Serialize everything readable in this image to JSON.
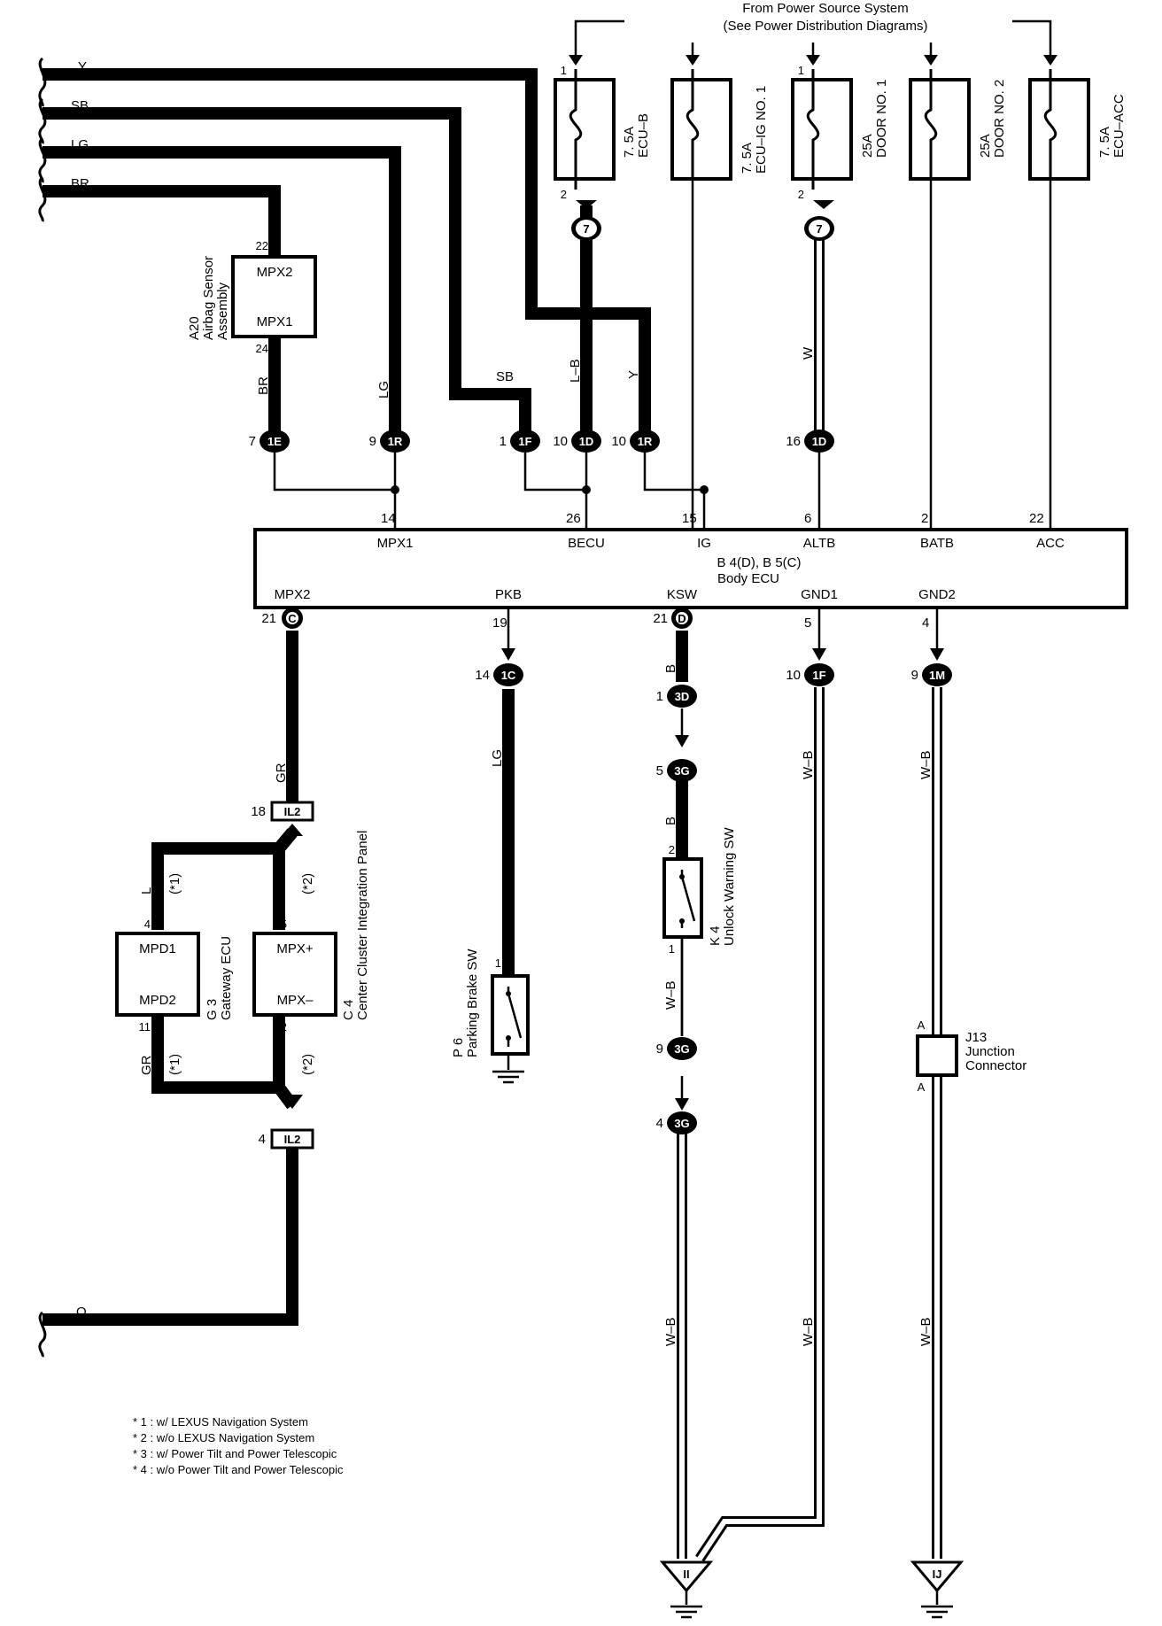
{
  "header": {
    "source_line1": "From Power Source System",
    "source_line2": "(See Power Distribution Diagrams)"
  },
  "wire_colors": {
    "Y": "Y",
    "SB": "SB",
    "LG": "LG",
    "BR": "BR",
    "O": "O",
    "LB": "L–B",
    "W": "W",
    "GR": "GR",
    "L": "L",
    "B": "B",
    "WB": "W–B"
  },
  "fuses": [
    {
      "id": "ecu-b",
      "rating": "7. 5A",
      "name": "ECU–B",
      "pin_top": "1",
      "pin_bottom": "2",
      "jb": "7"
    },
    {
      "id": "ecu-ig",
      "rating": "7. 5A",
      "name": "ECU–IG NO. 1",
      "pin_top": "",
      "pin_bottom": "",
      "jb": ""
    },
    {
      "id": "door1",
      "rating": "25A",
      "name": "DOOR NO. 1",
      "pin_top": "1",
      "pin_bottom": "2",
      "jb": "7"
    },
    {
      "id": "door2",
      "rating": "25A",
      "name": "DOOR NO. 2",
      "pin_top": "",
      "pin_bottom": "",
      "jb": ""
    },
    {
      "id": "ecu-acc",
      "rating": "7. 5A",
      "name": "ECU–ACC",
      "pin_top": "",
      "pin_bottom": "",
      "jb": ""
    }
  ],
  "airbag": {
    "code": "A20",
    "name_line1": "Airbag Sensor",
    "name_line2": "Assembly",
    "pin_top": "MPX2",
    "pin_bottom": "MPX1",
    "num_top": "22",
    "num_bottom": "24"
  },
  "top_connectors": [
    {
      "pin": "7",
      "id": "1E"
    },
    {
      "pin": "9",
      "id": "1R"
    },
    {
      "pin": "1",
      "id": "1F"
    },
    {
      "pin": "10",
      "id": "1D"
    },
    {
      "pin": "10",
      "id": "1R"
    },
    {
      "pin": "16",
      "id": "1D"
    }
  ],
  "body_ecu": {
    "code": "B 4(D), B 5(C)",
    "name": "Body ECU",
    "top_terms": [
      {
        "num": "14",
        "name": "MPX1"
      },
      {
        "num": "26",
        "name": "BECU"
      },
      {
        "num": "15",
        "name": "IG"
      },
      {
        "num": "6",
        "name": "ALTB"
      },
      {
        "num": "2",
        "name": "BATB"
      },
      {
        "num": "22",
        "name": "ACC"
      }
    ],
    "bottom_terms": [
      {
        "num": "21",
        "name": "MPX2",
        "conn": "C"
      },
      {
        "num": "19",
        "name": "PKB",
        "conn": ""
      },
      {
        "num": "21",
        "name": "KSW",
        "conn": "D"
      },
      {
        "num": "5",
        "name": "GND1",
        "conn": ""
      },
      {
        "num": "4",
        "name": "GND2",
        "conn": ""
      }
    ]
  },
  "lower_connectors": [
    {
      "pin": "14",
      "id": "1C"
    },
    {
      "pin": "1",
      "id": "3D"
    },
    {
      "pin": "5",
      "id": "3G"
    },
    {
      "pin": "10",
      "id": "1F"
    },
    {
      "pin": "9",
      "id": "1M"
    },
    {
      "pin": "9",
      "id": "3G"
    },
    {
      "pin": "4",
      "id": "3G"
    }
  ],
  "il2": {
    "id": "IL2",
    "pin_top": "18",
    "pin_bottom": "4"
  },
  "gateway": {
    "code": "G 3",
    "name": "Gateway ECU",
    "pin_top": "MPD1",
    "pin_bottom": "MPD2",
    "num_top": "4",
    "num_bottom": "11",
    "note": "(*1)"
  },
  "cluster": {
    "code": "C 4",
    "name": "Center Cluster Integration Panel",
    "pin_top": "MPX+",
    "pin_bottom": "MPX–",
    "num_top": "5",
    "num_bottom": "12",
    "note": "(*2)"
  },
  "parking": {
    "code": "P 6",
    "name": "Parking Brake SW",
    "pin": "1"
  },
  "unlock": {
    "code": "K 4",
    "name": "Unlock Warning SW",
    "pin_top": "2",
    "pin_bottom": "1"
  },
  "junction": {
    "code": "J13",
    "name_line1": "Junction",
    "name_line2": "Connector",
    "pin_top": "A",
    "pin_bottom": "A"
  },
  "grounds": [
    {
      "id": "II"
    },
    {
      "id": "IJ"
    }
  ],
  "notes": [
    "* 1 : w/ LEXUS Navigation System",
    "* 2 : w/o LEXUS Navigation System",
    "* 3 : w/ Power Tilt and Power Telescopic",
    "* 4 : w/o Power Tilt and Power Telescopic"
  ]
}
